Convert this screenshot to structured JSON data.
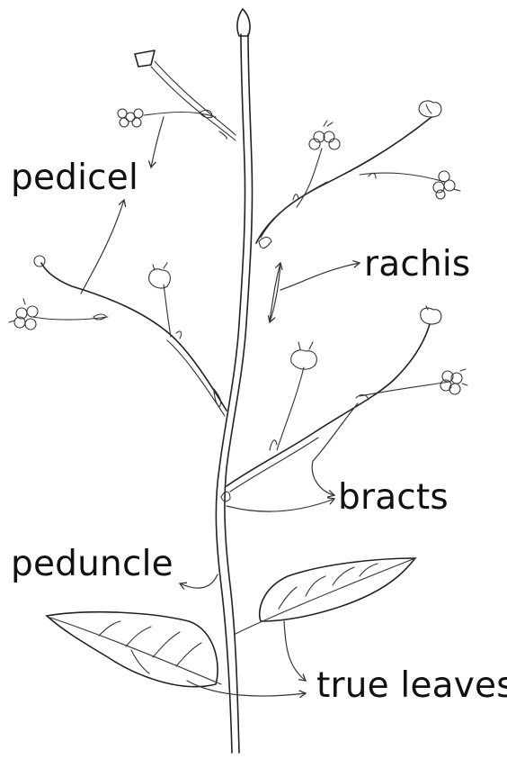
{
  "labels": {
    "pedicel": "pedicel",
    "rachis": "rachis",
    "bracts": "bracts",
    "peduncle": "peduncle",
    "true_leaves": "true leaves"
  },
  "colors": {
    "ink": "#222222",
    "background": "#ffffff"
  }
}
